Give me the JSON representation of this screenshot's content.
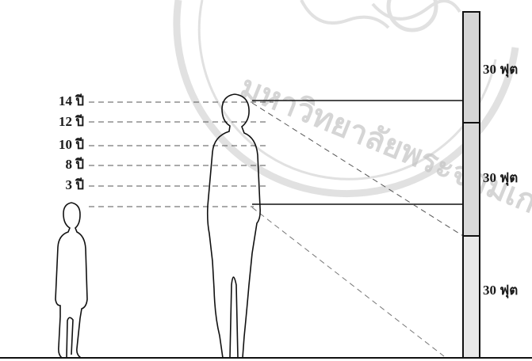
{
  "age_levels": [
    {
      "label": "14 ปี"
    },
    {
      "label": "12 ปี"
    },
    {
      "label": "10 ปี"
    },
    {
      "label": "8 ปี"
    },
    {
      "label": "3 ปี"
    }
  ],
  "wall_segments": [
    {
      "label": "30 ฟุต"
    },
    {
      "label": "30 ฟุต"
    },
    {
      "label": "30 ฟุต"
    }
  ],
  "watermark": {
    "text": "มหาวิทยาลัยพระจอมเกล้า",
    "color": "#c9c9c9"
  },
  "colors": {
    "line": "#111111",
    "dash": "#555555",
    "wall_fill": "#d9d9d9"
  }
}
